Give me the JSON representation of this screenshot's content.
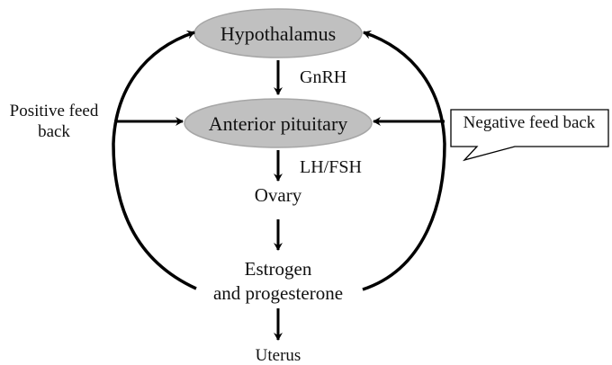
{
  "diagram": {
    "nodes": {
      "hypothalamus": "Hypothalamus",
      "anterior_pituitary": "Anterior pituitary",
      "ovary": "Ovary",
      "hormones_line1": "Estrogen",
      "hormones_line2": "and progesterone",
      "uterus": "Uterus"
    },
    "edge_labels": {
      "gnrh": "GnRH",
      "lh_fsh": "LH/FSH"
    },
    "feedback": {
      "positive_line1": "Positive feed",
      "positive_line2": "back",
      "negative": "Negative feed back"
    },
    "colors": {
      "node_fill": "#c0c0c0",
      "node_stroke": "#a6a6a6",
      "line": "#000000"
    }
  }
}
